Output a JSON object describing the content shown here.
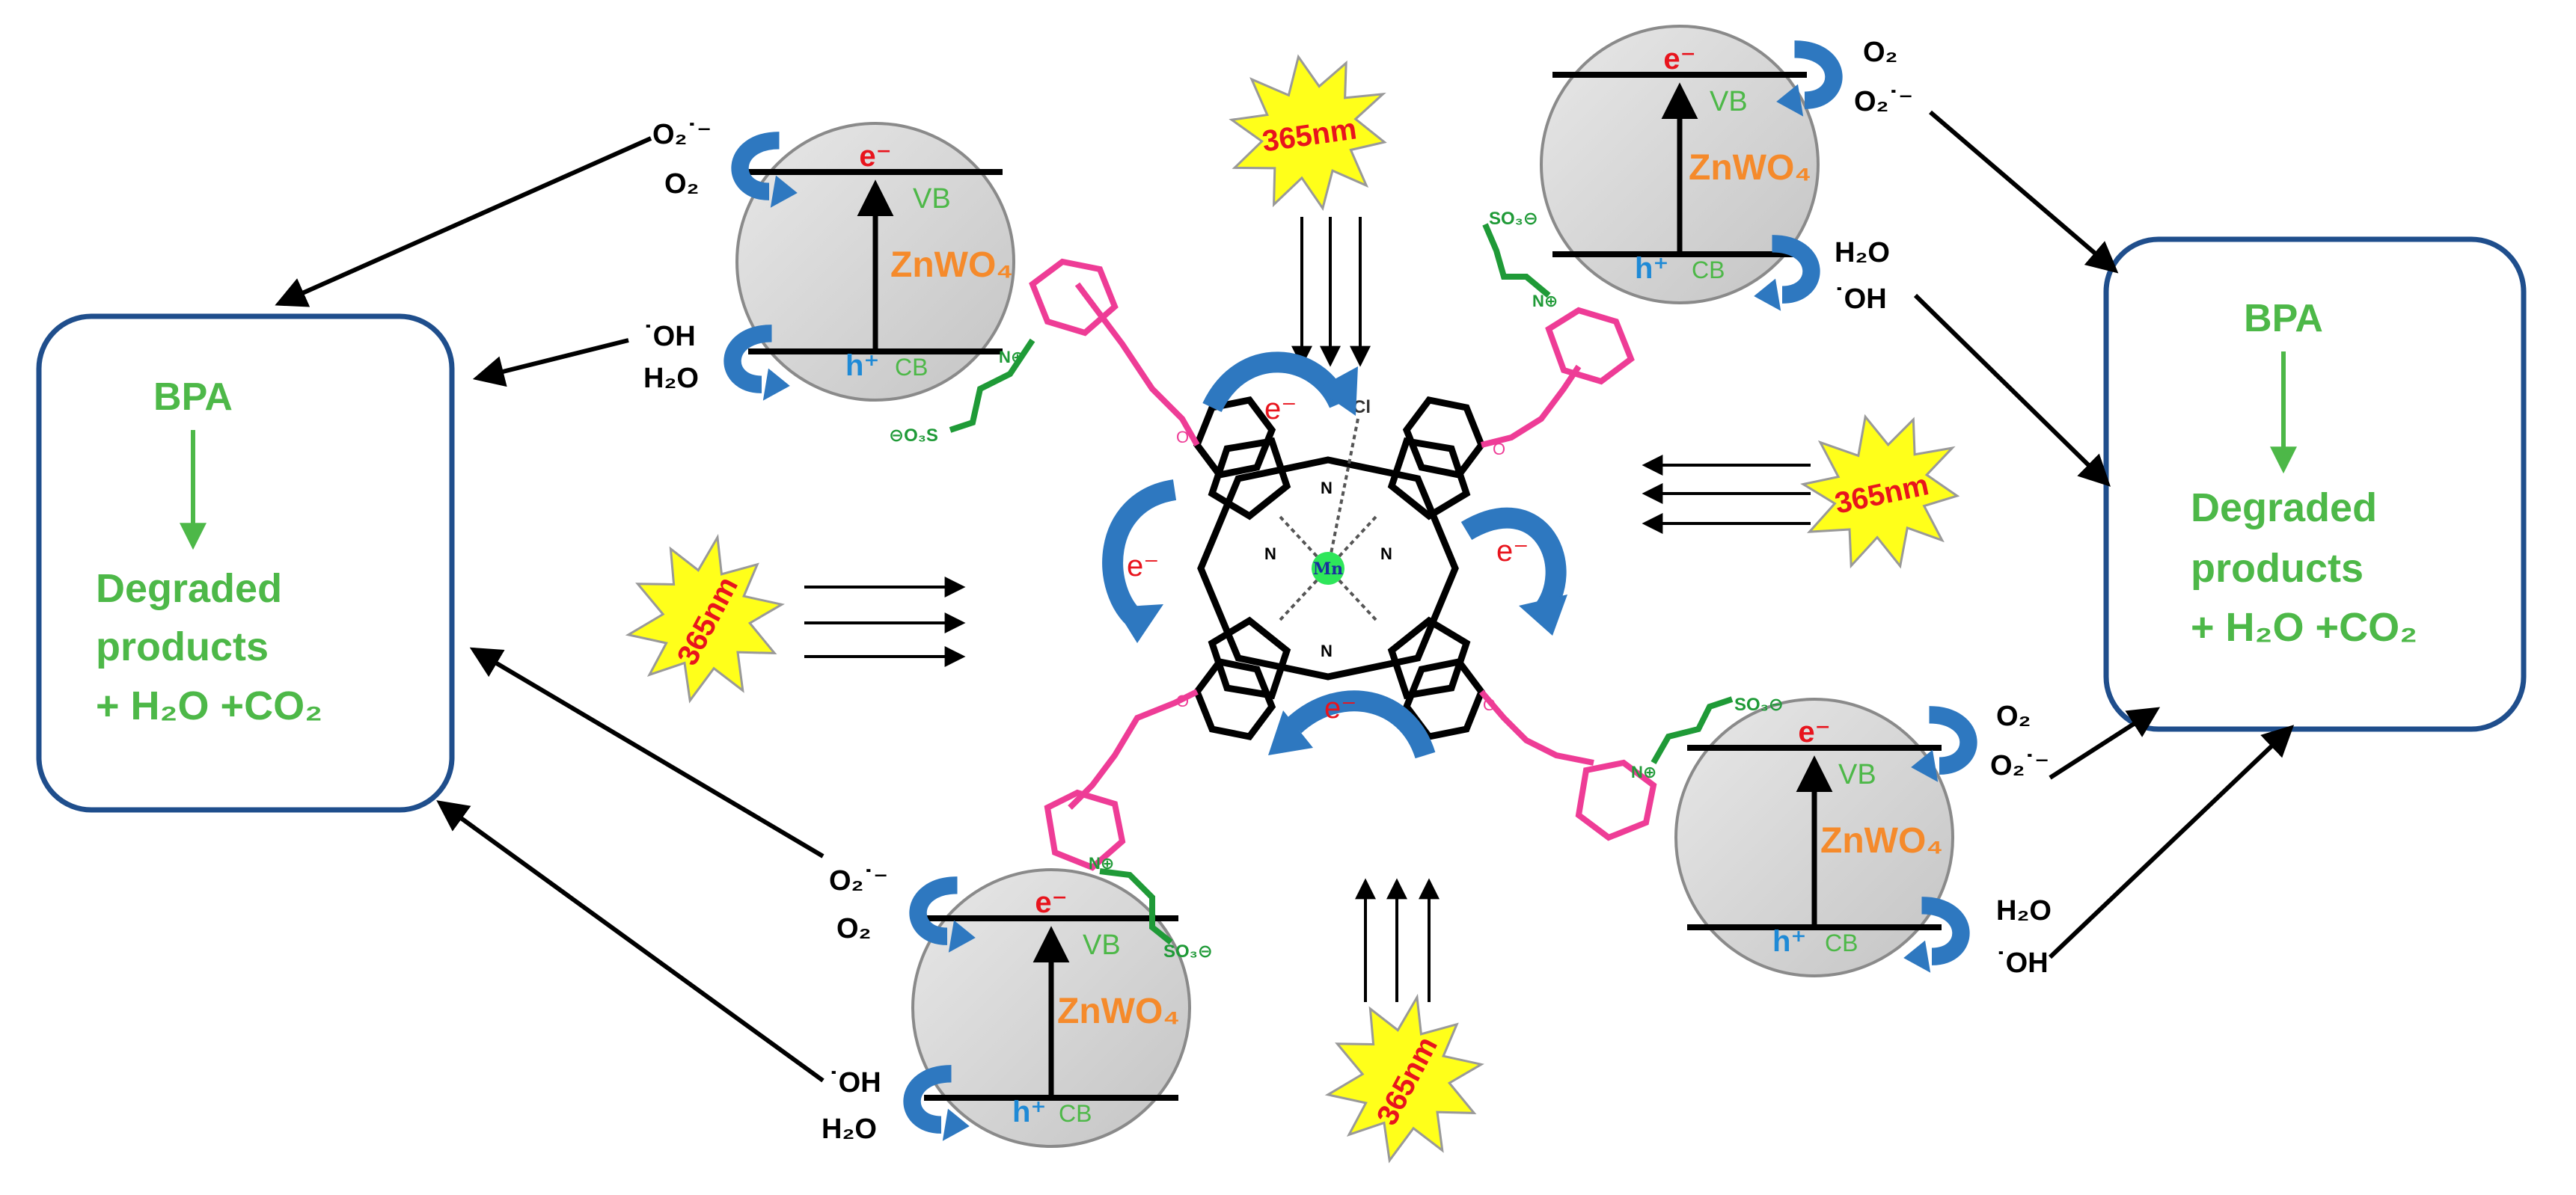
{
  "colors": {
    "box_border": "#1f4e8c",
    "green_text": "#4db848",
    "orange_text": "#f58a2b",
    "red_text": "#e8141d",
    "blue_text": "#1f8ad6",
    "curved_arrow": "#2e78c0",
    "pink_chain": "#ee3c96",
    "green_chain": "#1f9a37",
    "burst_fill": "#ffff1a"
  },
  "boxes": {
    "left": {
      "line1": "BPA",
      "line2": "Degraded",
      "line3": "products",
      "line4": "+ H₂O +CO₂"
    },
    "right": {
      "line1": "BPA",
      "line2": "Degraded",
      "line3": "products",
      "line4": "+ H₂O +CO₂"
    }
  },
  "semiconductor": {
    "e_label": "e⁻",
    "vb_label": "VB",
    "cb_label": "CB",
    "h_label": "h⁺",
    "material": "ZnWO₄",
    "o2": "O₂",
    "o2_radical": "O₂˙⁻",
    "oh_radical": "˙OH",
    "h2o": "H₂O"
  },
  "light": {
    "label": "365nm"
  },
  "electron_label": "e⁻",
  "molecule": {
    "metal": "Mn",
    "axial": "Cl",
    "nitrogen": "N",
    "oxygen": "O",
    "n_plus": "N⊕",
    "so3_1": "⊖O₃S",
    "so3_2": "SO₃⊖",
    "so3_3": "SO₃⊖",
    "so3_4": "SO₃⊖"
  }
}
